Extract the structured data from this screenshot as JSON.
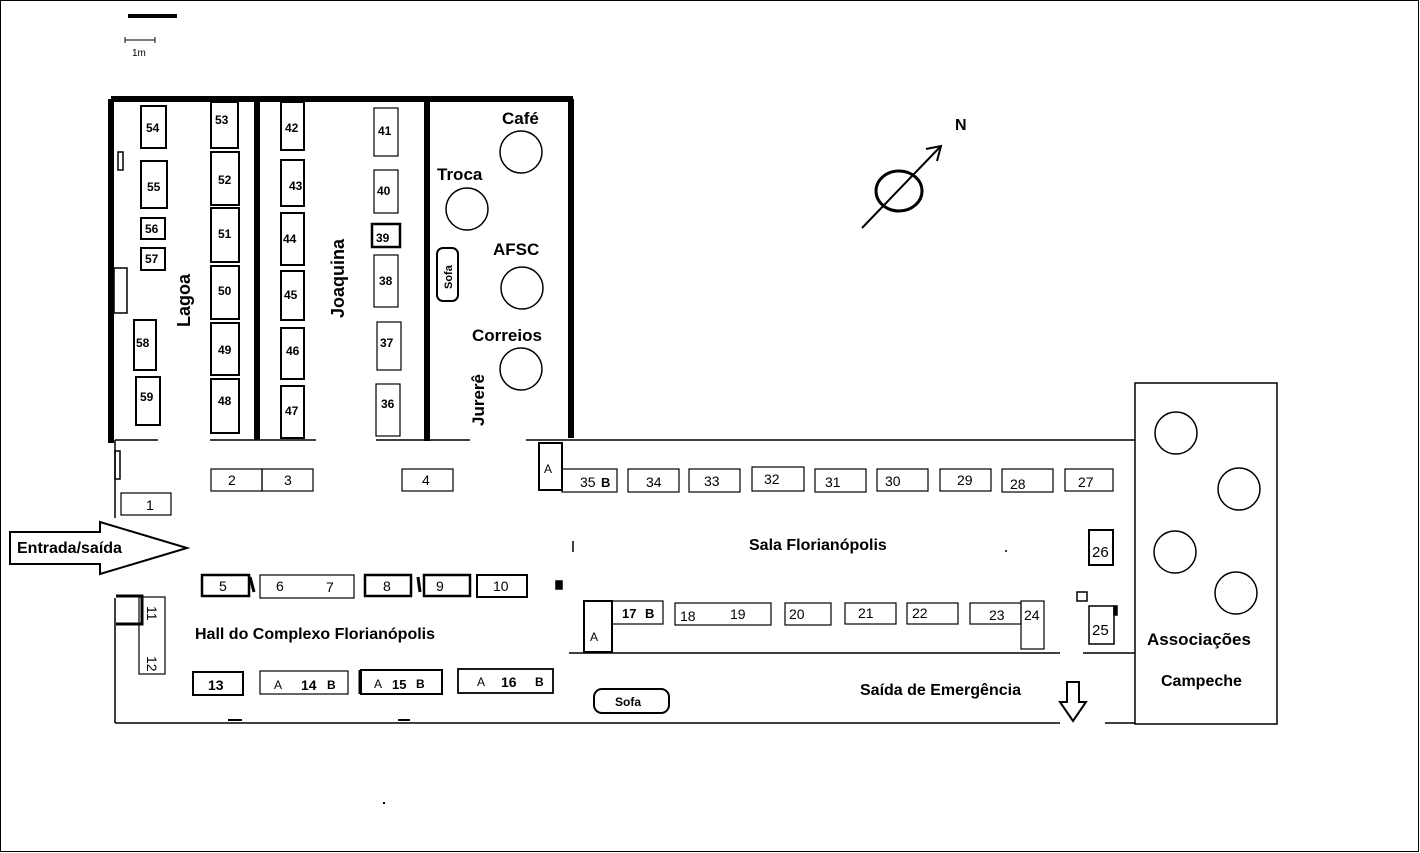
{
  "scale": {
    "label": "1m"
  },
  "compass": {
    "label": "N"
  },
  "rooms": {
    "lagoa": "Lagoa",
    "joaquina": "Joaquina",
    "jurere": "Jurerê",
    "cafe": "Café",
    "troca": "Troca",
    "afsc": "AFSC",
    "correios": "Correios",
    "sala": "Sala Florianópolis",
    "hall": "Hall do Complexo Florianópolis",
    "associacoes": "Associações",
    "campeche": "Campeche"
  },
  "labels": {
    "entrada": "Entrada/saída",
    "saida_emergencia": "Saída de Emergência",
    "sofa1": "Sofa",
    "sofa2": "Sofa"
  },
  "booths": {
    "b1": "1",
    "b2": "2",
    "b3": "3",
    "b4": "4",
    "b5": "5",
    "b6": "6",
    "b7": "7",
    "b8": "8",
    "b9": "9",
    "b10": "10",
    "b11": "11",
    "b12": "12",
    "b13": "13",
    "b14": "14",
    "b15": "15",
    "b16": "16",
    "b17": "17",
    "b18": "18",
    "b19": "19",
    "b20": "20",
    "b21": "21",
    "b22": "22",
    "b23": "23",
    "b24": "24",
    "b25": "25",
    "b26": "26",
    "b27": "27",
    "b28": "28",
    "b29": "29",
    "b30": "30",
    "b31": "31",
    "b32": "32",
    "b33": "33",
    "b34": "34",
    "b35": "35",
    "b36": "36",
    "b37": "37",
    "b38": "38",
    "b39": "39",
    "b40": "40",
    "b41": "41",
    "b42": "42",
    "b43": "43",
    "b44": "44",
    "b45": "45",
    "b46": "46",
    "b47": "47",
    "b48": "48",
    "b49": "49",
    "b50": "50",
    "b51": "51",
    "b52": "52",
    "b53": "53",
    "b54": "54",
    "b55": "55",
    "b56": "56",
    "b57": "57",
    "b58": "58",
    "b59": "59"
  },
  "sides": {
    "a": "A",
    "b": "B"
  }
}
